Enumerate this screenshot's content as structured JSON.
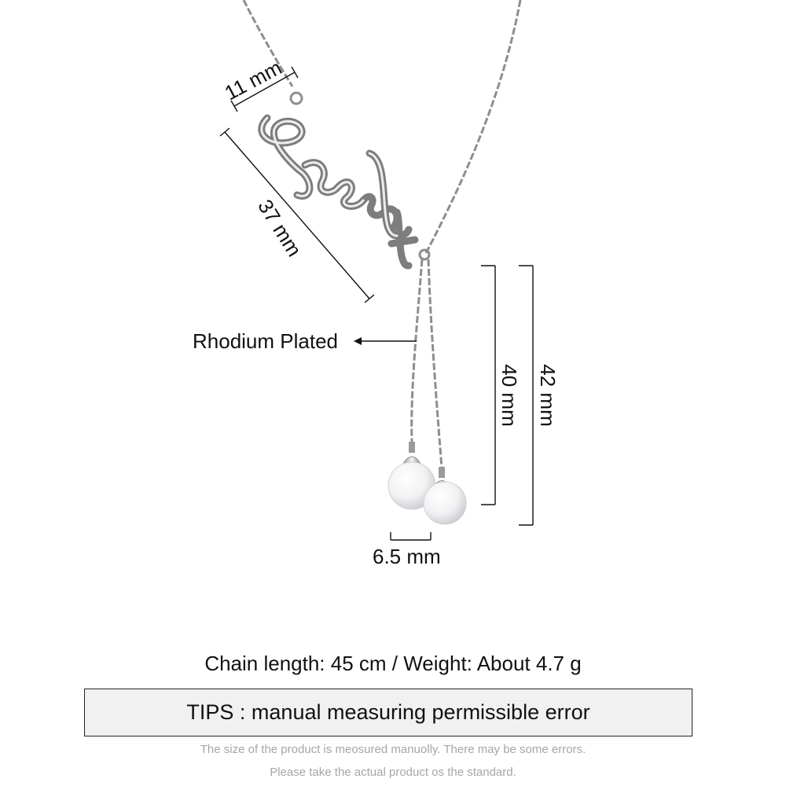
{
  "product": {
    "name_engraving": "Scarlett",
    "material_label": "Rhodium Plated"
  },
  "dimensions": {
    "name_height": "11 mm",
    "name_length": "37 mm",
    "inner_drop_length": "40 mm",
    "outer_drop_length": "42 mm",
    "pearl_diameter": "6.5 mm"
  },
  "specs": {
    "chain_info": "Chain length: 45 cm / Weight: About 4.7 g"
  },
  "tips": {
    "text": "TIPS : manual measuring permissible error"
  },
  "notes": {
    "line1": "The size of the product is meosured manuolly. There may be some errors.",
    "line2": "Please take the actual product os the standard."
  },
  "colors": {
    "metal": "#8e8e8e",
    "pearl": "#f4f4f6",
    "tips_bg": "#f1f1f1",
    "note_text": "#a6a6a6"
  }
}
